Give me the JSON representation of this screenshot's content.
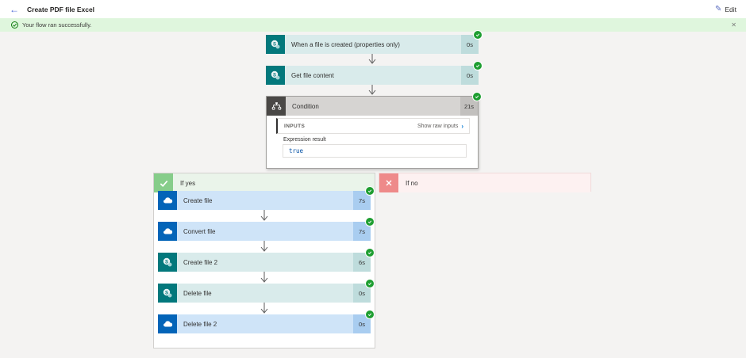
{
  "header": {
    "title": "Create PDF file Excel",
    "edit_label": "Edit"
  },
  "banner": {
    "message": "Your flow ran successfully."
  },
  "flow": {
    "trigger": {
      "title": "When a file is created (properties only)",
      "duration": "0s",
      "connector": "sharepoint"
    },
    "action_get": {
      "title": "Get file content",
      "duration": "0s",
      "connector": "sharepoint"
    },
    "condition": {
      "title": "Condition",
      "duration": "21s",
      "inputs_label": "INPUTS",
      "show_raw_label": "Show raw inputs",
      "expression_label": "Expression result",
      "expression_value": "true"
    },
    "branch_yes": {
      "label": "If yes",
      "actions": [
        {
          "title": "Create file",
          "duration": "7s",
          "connector": "onedrive"
        },
        {
          "title": "Convert file",
          "duration": "7s",
          "connector": "onedrive"
        },
        {
          "title": "Create file 2",
          "duration": "6s",
          "connector": "sharepoint"
        },
        {
          "title": "Delete file",
          "duration": "0s",
          "connector": "sharepoint"
        },
        {
          "title": "Delete file 2",
          "duration": "0s",
          "connector": "onedrive"
        }
      ]
    },
    "branch_no": {
      "label": "If no"
    }
  },
  "colors": {
    "success_banner": "#dff6dd",
    "success_icon": "#107c10",
    "status_badge": "#1e9e31",
    "sharepoint": "#03787c",
    "onedrive": "#0364b8",
    "condition_gray": "#4a4846",
    "yes_green": "#86cd8a",
    "no_red": "#ee8a8a",
    "link_blue": "#0078d4",
    "expression_text": "#0451a5"
  }
}
